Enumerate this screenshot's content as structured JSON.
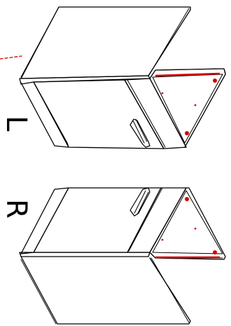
{
  "diagram": {
    "units": [
      {
        "label": "L",
        "hinge_side": "left"
      },
      {
        "label": "R",
        "hinge_side": "right"
      }
    ],
    "colors": {
      "outline": "#000000",
      "highlight": "#d40000",
      "background": "#ffffff"
    }
  }
}
